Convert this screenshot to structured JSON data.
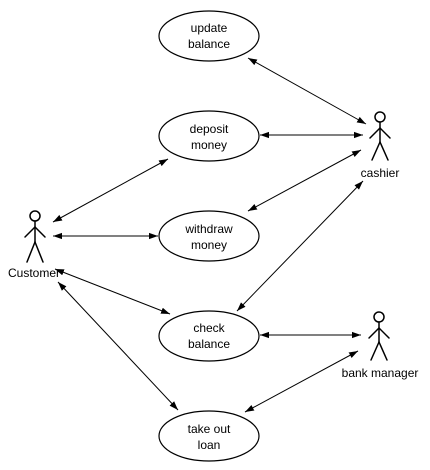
{
  "colors": {
    "stroke": "#000000",
    "fill": "#ffffff"
  },
  "actors": [
    {
      "id": "customer",
      "label": "Customer"
    },
    {
      "id": "cashier",
      "label": "cashier"
    },
    {
      "id": "manager",
      "label": "bank manager"
    }
  ],
  "use_cases": [
    {
      "id": "update",
      "lines": [
        "update",
        "balance"
      ]
    },
    {
      "id": "deposit",
      "lines": [
        "deposit",
        "money"
      ]
    },
    {
      "id": "withdraw",
      "lines": [
        "withdraw",
        "money"
      ]
    },
    {
      "id": "check",
      "lines": [
        "check",
        "balance"
      ]
    },
    {
      "id": "loan",
      "lines": [
        "take out",
        "loan"
      ]
    }
  ],
  "associations": [
    {
      "from": "update",
      "to": "cashier"
    },
    {
      "from": "deposit",
      "to": "cashier"
    },
    {
      "from": "withdraw",
      "to": "cashier"
    },
    {
      "from": "check",
      "to": "cashier"
    },
    {
      "from": "check",
      "to": "manager"
    },
    {
      "from": "loan",
      "to": "manager"
    },
    {
      "from": "customer",
      "to": "deposit"
    },
    {
      "from": "customer",
      "to": "withdraw"
    },
    {
      "from": "customer",
      "to": "check"
    },
    {
      "from": "customer",
      "to": "loan"
    }
  ]
}
